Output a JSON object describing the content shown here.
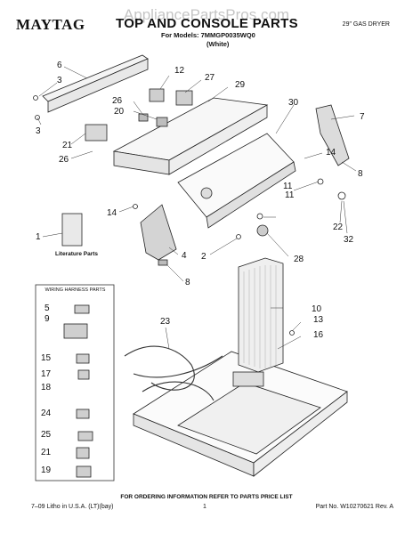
{
  "header": {
    "brand": "MAYTAG",
    "title": "TOP AND CONSOLE PARTS",
    "product": "29\" GAS DRYER",
    "models": "For Models: 7MMGP0035WQ0",
    "color": "(White)",
    "watermark": "AppliancePartsPros.com"
  },
  "labels": {
    "literature": "Literature Parts",
    "harness_box": "WIRING HARNESS PARTS"
  },
  "callouts": [
    "6",
    "3",
    "12",
    "27",
    "29",
    "3",
    "26",
    "20",
    "21",
    "26",
    "30",
    "7",
    "14",
    "8",
    "11",
    "11",
    "22",
    "32",
    "14",
    "1",
    "2",
    "4",
    "28",
    "8",
    "5",
    "9",
    "15",
    "17",
    "18",
    "24",
    "25",
    "21",
    "19",
    "10",
    "13",
    "16",
    "23"
  ],
  "footer": {
    "order_note": "FOR ORDERING INFORMATION REFER TO PARTS PRICE LIST",
    "left": "7–09 Litho in U.S.A. (LT)(bay)",
    "page": "1",
    "right": "Part No. W10270621 Rev. A"
  }
}
